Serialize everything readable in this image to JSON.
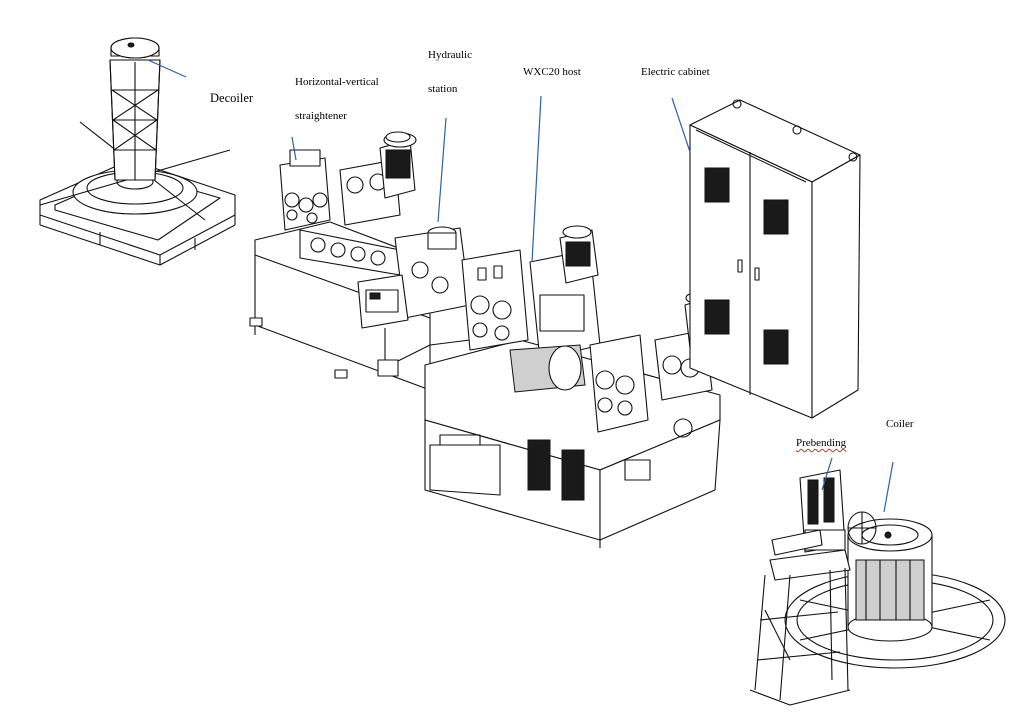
{
  "labels": {
    "decoiler": "Decoiler",
    "straightener_line1": "Horizontal-vertical",
    "straightener_line2": "straightener",
    "hydraulic_line1": "Hydraulic",
    "hydraulic_line2": "station",
    "host": "WXC20 host",
    "cabinet": "Electric cabinet",
    "prebending": "Prebending",
    "coiler": "Coiler"
  },
  "colors": {
    "leader_line": "#2f5fa8",
    "drawing_line": "#111111",
    "spellcheck_underline": "#c0392b"
  }
}
